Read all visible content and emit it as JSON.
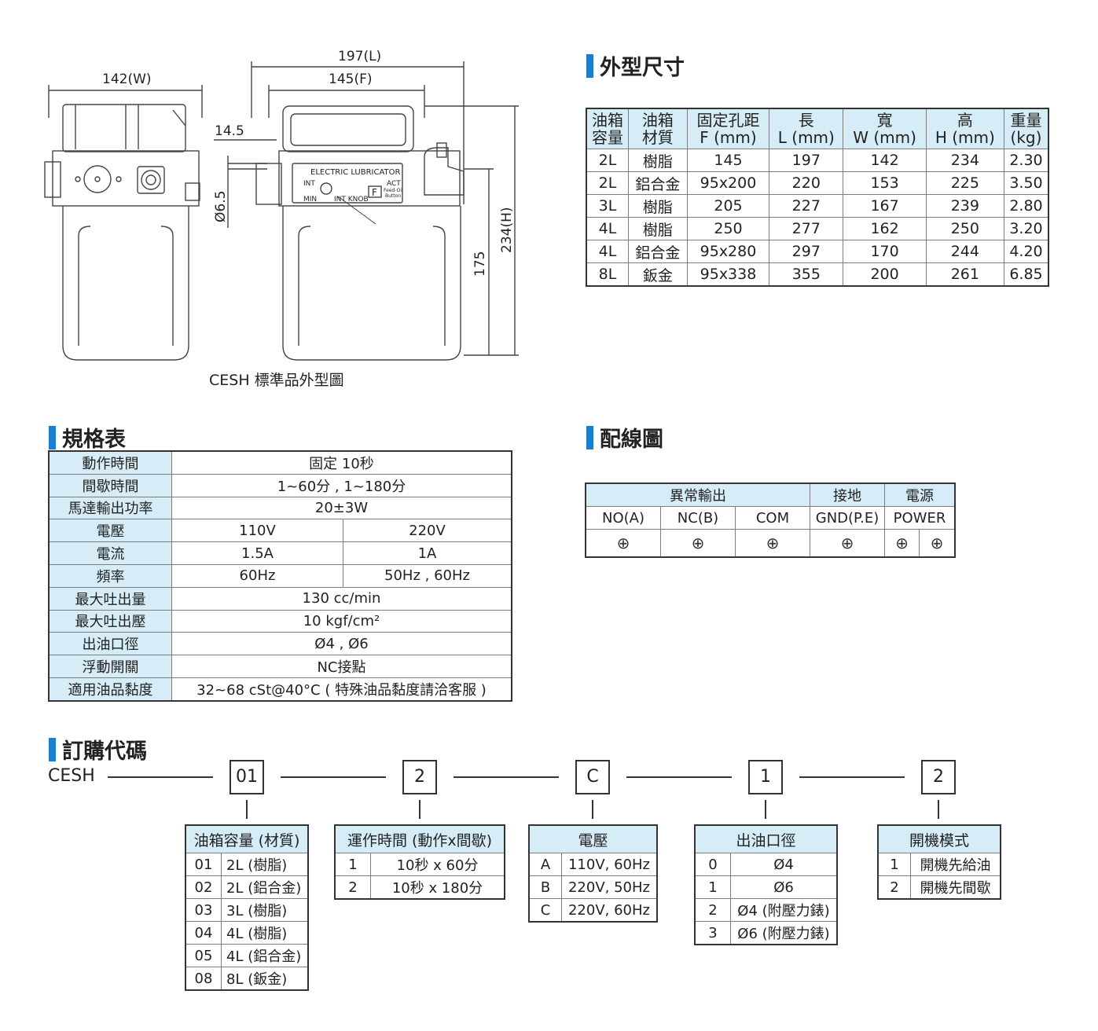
{
  "drawing": {
    "caption": "CESH 標準品外型圖",
    "dim_w": "142(W)",
    "dim_l": "197(L)",
    "dim_f": "145(F)",
    "dim_145": "14.5",
    "dim_hole": "Ø6.5",
    "dim_175": "175",
    "dim_h": "234(H)",
    "label_main": "ELECTRIC LUBRICATOR",
    "label_int": "INT",
    "label_act": "ACT",
    "label_min": "MIN",
    "label_knob": "INT KNOB",
    "label_f": "F",
    "label_feed": "Feed-Oil",
    "label_button": "Button"
  },
  "dimensions": {
    "title": "外型尺寸",
    "headers": [
      [
        "油箱",
        "容量"
      ],
      [
        "油箱",
        "材質"
      ],
      [
        "固定孔距",
        "F (mm)"
      ],
      [
        "長",
        "L (mm)"
      ],
      [
        "寬",
        "W (mm)"
      ],
      [
        "高",
        "H (mm)"
      ],
      [
        "重量",
        "(kg)"
      ]
    ],
    "rows": [
      [
        "2L",
        "樹脂",
        "145",
        "197",
        "142",
        "234",
        "2.30"
      ],
      [
        "2L",
        "鋁合金",
        "95x200",
        "220",
        "153",
        "225",
        "3.50"
      ],
      [
        "3L",
        "樹脂",
        "205",
        "227",
        "167",
        "239",
        "2.80"
      ],
      [
        "4L",
        "樹脂",
        "250",
        "277",
        "162",
        "250",
        "3.20"
      ],
      [
        "4L",
        "鋁合金",
        "95x280",
        "297",
        "170",
        "244",
        "4.20"
      ],
      [
        "8L",
        "鈑金",
        "95x338",
        "355",
        "200",
        "261",
        "6.85"
      ]
    ]
  },
  "spec": {
    "title": "規格表",
    "rows": [
      {
        "label": "動作時間",
        "value": "固定 10秒"
      },
      {
        "label": "間歇時間",
        "value": "1~60分 , 1~180分"
      },
      {
        "label": "馬達輸出功率",
        "value": "20±3W"
      },
      {
        "label": "電壓",
        "v110": "110V",
        "v220": "220V"
      },
      {
        "label": "電流",
        "v110": "1.5A",
        "v220": "1A"
      },
      {
        "label": "頻率",
        "v110": "60Hz",
        "v220": "50Hz , 60Hz"
      },
      {
        "label": "最大吐出量",
        "value": "130 cc/min"
      },
      {
        "label": "最大吐出壓",
        "value": "10 kgf/cm²"
      },
      {
        "label": "出油口徑",
        "value": "Ø4 , Ø6"
      },
      {
        "label": "浮動開關",
        "value": "NC接點"
      },
      {
        "label": "適用油品黏度",
        "value": "32~68 cSt@40°C ( 特殊油品黏度請洽客服 )"
      }
    ]
  },
  "wiring": {
    "title": "配線圖",
    "group_abnormal": "異常輸出",
    "group_ground": "接地",
    "group_power": "電源",
    "cols": [
      "NO(A)",
      "NC(B)",
      "COM",
      "GND(P.E)",
      "POWER"
    ],
    "symbol": "⊕"
  },
  "order": {
    "title": "訂購代碼",
    "prefix": "CESH",
    "codes": [
      "01",
      "2",
      "C",
      "1",
      "2"
    ],
    "tables": [
      {
        "header": "油箱容量 (材質)",
        "rows": [
          [
            "01",
            "2L (樹脂)"
          ],
          [
            "02",
            "2L (鋁合金)"
          ],
          [
            "03",
            "3L (樹脂)"
          ],
          [
            "04",
            "4L (樹脂)"
          ],
          [
            "05",
            "4L (鋁合金)"
          ],
          [
            "08",
            "8L (鈑金)"
          ]
        ]
      },
      {
        "header": "運作時間 (動作x間歇)",
        "rows": [
          [
            "1",
            "10秒 x 60分"
          ],
          [
            "2",
            "10秒 x 180分"
          ]
        ]
      },
      {
        "header": "電壓",
        "rows": [
          [
            "A",
            "110V, 60Hz"
          ],
          [
            "B",
            "220V, 50Hz"
          ],
          [
            "C",
            "220V, 60Hz"
          ]
        ]
      },
      {
        "header": "出油口徑",
        "rows": [
          [
            "0",
            "Ø4"
          ],
          [
            "1",
            "Ø6"
          ],
          [
            "2",
            "Ø4 (附壓力錶)"
          ],
          [
            "3",
            "Ø6 (附壓力錶)"
          ]
        ]
      },
      {
        "header": "開機模式",
        "rows": [
          [
            "1",
            "開機先給油"
          ],
          [
            "2",
            "開機先間歇"
          ]
        ]
      }
    ]
  },
  "colors": {
    "accent": "#1a7fd0",
    "header_bg": "#d6ecf7",
    "line": "#333333"
  }
}
